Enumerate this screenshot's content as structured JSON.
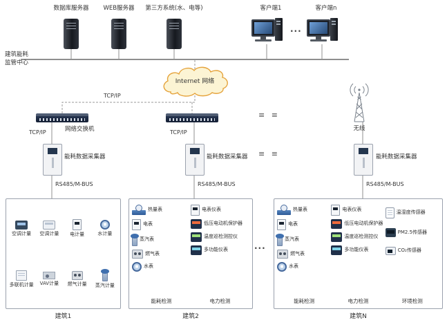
{
  "monitor_center": {
    "line1": "建筑能耗",
    "line2": "监管中心"
  },
  "top": {
    "servers": [
      "数据库服务器",
      "WEB服务器",
      "第三方系统(水、电等)"
    ],
    "clients": [
      "客户端1",
      "客户端n"
    ],
    "ellipsis": "···"
  },
  "cloud": {
    "label": "Internet 网络"
  },
  "labels": {
    "tcpip": "TCP/IP",
    "switch": "网络交换机",
    "wireless": "无线",
    "collector": "能耗数据采集器",
    "rs485": "RS485/M-BUS",
    "continuation": "≡ ≡",
    "buildings_ellipsis": "···"
  },
  "buildings": [
    {
      "name": "建筑1",
      "devices": [
        "空调计量",
        "空调计量",
        "电计量",
        "水计量",
        "多联机计量",
        "VAV计量",
        "燃气计量",
        "蒸汽计量"
      ]
    },
    {
      "name": "建筑2",
      "meters": [
        "热量表",
        "电表",
        "蒸汽表",
        "燃气表",
        "水表"
      ],
      "instruments": [
        "电表仪表",
        "低压电动机保护器",
        "温度巡检测控仪",
        "多功能仪表"
      ],
      "meter_footer": "能耗检测",
      "instrument_footer": "电力检测"
    },
    {
      "name": "建筑N",
      "meters": [
        "热量表",
        "电表",
        "蒸汽表",
        "燃气表",
        "水表"
      ],
      "instruments": [
        "电表仪表",
        "低压电动机保护器",
        "温度巡检测控仪",
        "多功能仪表"
      ],
      "sensors": [
        "温湿度传感器",
        "PM2.5传感器",
        "CO₂传感器"
      ],
      "meter_footer": "能耗检测",
      "instrument_footer": "电力检测",
      "sensor_footer": "环境检测"
    }
  ],
  "colors": {
    "cloud_fill": "#fcf4d4",
    "cloud_stroke": "#e5a33c",
    "line": "#8f8f8f",
    "switch_body": "#1d2b44",
    "meter_blue": "#3f6fae"
  },
  "icons": {
    "server": "tower-css-shape",
    "client-pc": "monitor-and-tower-css-shape",
    "cloud": "svg-cloud",
    "network-switch": "flat-box-with-ports",
    "wireless-antenna": "svg-lattice-mast-with-waves",
    "data-collector": "box-with-screen"
  }
}
